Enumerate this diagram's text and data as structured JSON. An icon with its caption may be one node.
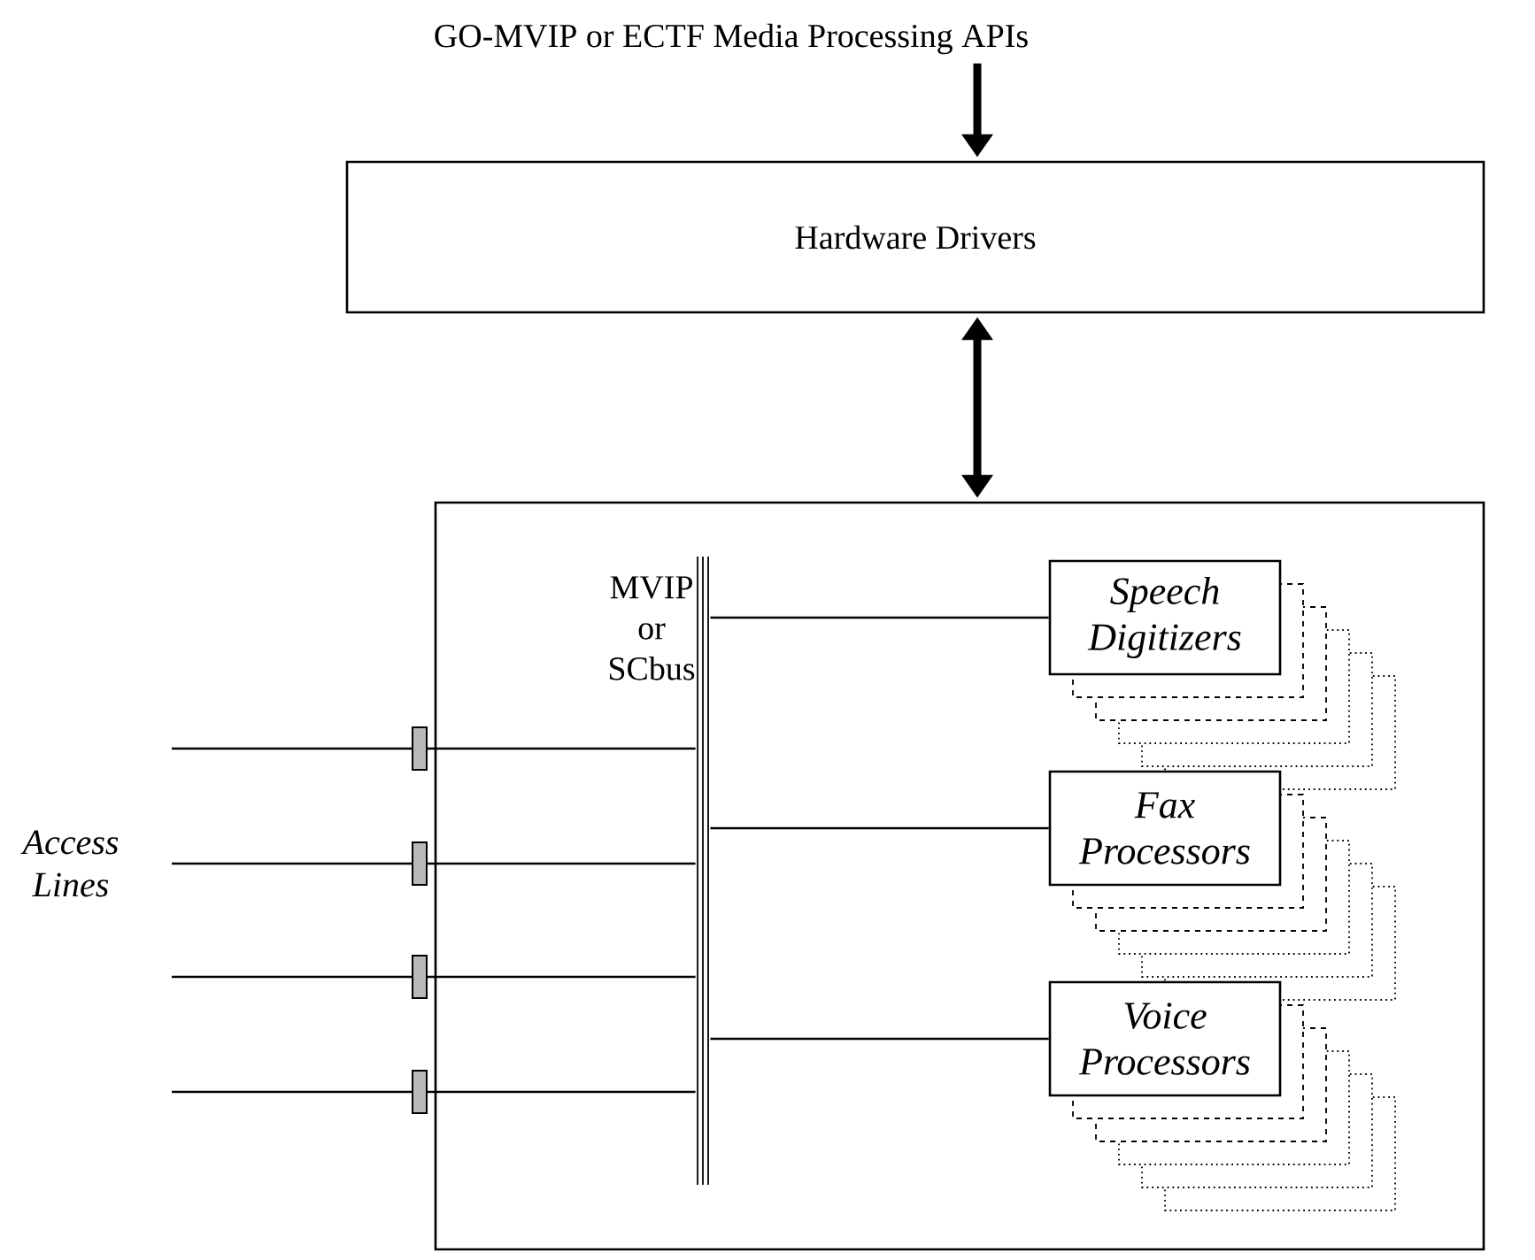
{
  "diagram": {
    "nodes": [
      {
        "text": [
          "GO-MVIP or ECTF Media Processing APIs"
        ]
      },
      {
        "text": [
          "Hardware Drivers"
        ]
      },
      {
        "text": [],
        "shape": "box"
      },
      {
        "text": [],
        "shape": "bar",
        "beside": [
          "MVIP or SCbus"
        ],
        "in": 2
      },
      {
        "text": [
          "Speech Digitizers"
        ],
        "in": 2
      },
      {
        "text": [
          "Fax Processors"
        ],
        "in": 2
      },
      {
        "text": [
          "Voice Processors"
        ],
        "in": 2
      },
      {
        "text": [],
        "shape": "box"
      },
      {
        "text": [],
        "shape": "box"
      },
      {
        "text": [],
        "shape": "box"
      },
      {
        "text": [],
        "shape": "box"
      }
    ],
    "edges": [
      {
        "from": 0,
        "to": 1,
        "arrow": "to",
        "style": "thick"
      },
      {
        "from": 1,
        "to": 2,
        "arrow": "both",
        "style": "thick"
      },
      {
        "from": 3,
        "to": 4,
        "arrow": "none"
      },
      {
        "from": 3,
        "to": 5,
        "arrow": "none"
      },
      {
        "from": 3,
        "to": 6,
        "arrow": "none"
      },
      {
        "from": null,
        "to": 7,
        "arrow": "none"
      },
      {
        "from": null,
        "to": 8,
        "arrow": "none"
      },
      {
        "from": null,
        "to": 9,
        "arrow": "none"
      },
      {
        "from": null,
        "to": 10,
        "arrow": "none"
      },
      {
        "from": 7,
        "to": 3,
        "arrow": "none"
      },
      {
        "from": 8,
        "to": 3,
        "arrow": "none"
      },
      {
        "from": 9,
        "to": 3,
        "arrow": "none"
      },
      {
        "from": 10,
        "to": 3,
        "arrow": "none"
      }
    ],
    "labels": [
      "Access Lines"
    ]
  }
}
